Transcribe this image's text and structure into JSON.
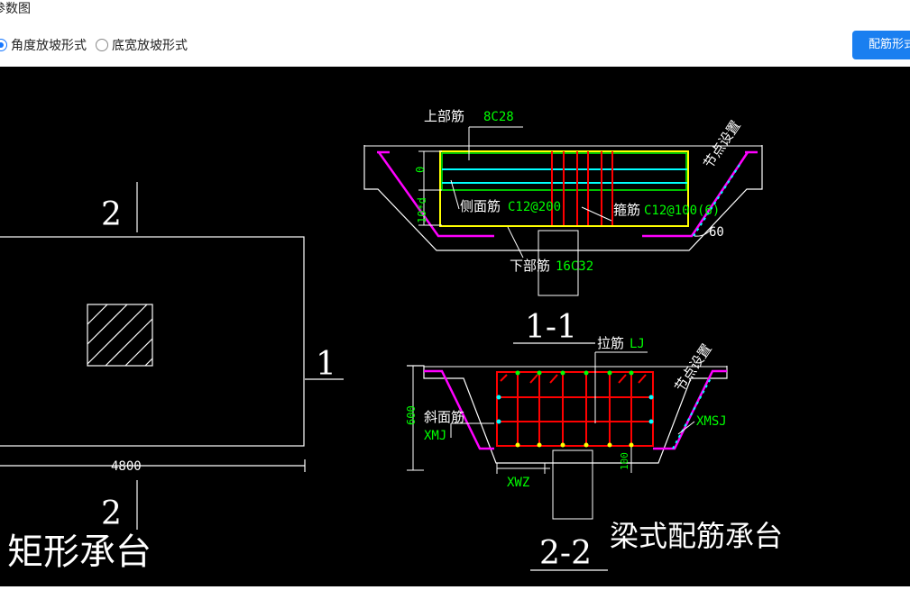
{
  "header": {
    "title": "参数图",
    "radios": [
      {
        "label": "角度放坡形式",
        "selected": true
      },
      {
        "label": "底宽放坡形式",
        "selected": false
      }
    ],
    "button_label": "配筋形式"
  },
  "drawing": {
    "rect_cap": {
      "name": "矩形承台",
      "section_mark_top": "2",
      "section_mark_bottom": "2",
      "section_mark_right": "1",
      "dim_width": "4800"
    },
    "section_1": {
      "label": "1-1",
      "top_bar_label": "上部筋",
      "top_bar_value": "8C28",
      "side_bar_label": "侧面筋",
      "side_bar_value": "C12@200",
      "stirrup_label": "箍筋",
      "stirrup_value": "C12@100(6)",
      "bottom_bar_label": "下部筋",
      "bottom_bar_value": "16C32",
      "node_setting": "节点设置",
      "angle": "60",
      "dim_top": "0",
      "dim_side": "10*d"
    },
    "section_2": {
      "label": "2-2",
      "tie_label": "拉筋",
      "tie_value": "LJ",
      "slope_label": "斜面筋",
      "slope_value": "XMJ",
      "xmsj": "XMSJ",
      "xwz": "XWZ",
      "node_setting": "节点设置",
      "dim_height": "600",
      "dim_bottom": "100"
    },
    "beam_cap_name": "梁式配筋承台"
  },
  "colors": {
    "accent": "#1a7ff0",
    "canvas_bg": "#000000",
    "green": "#00ff00",
    "magenta": "#ff00ff",
    "cyan": "#00ffff",
    "red": "#ff0000",
    "yellow": "#ffff00"
  }
}
